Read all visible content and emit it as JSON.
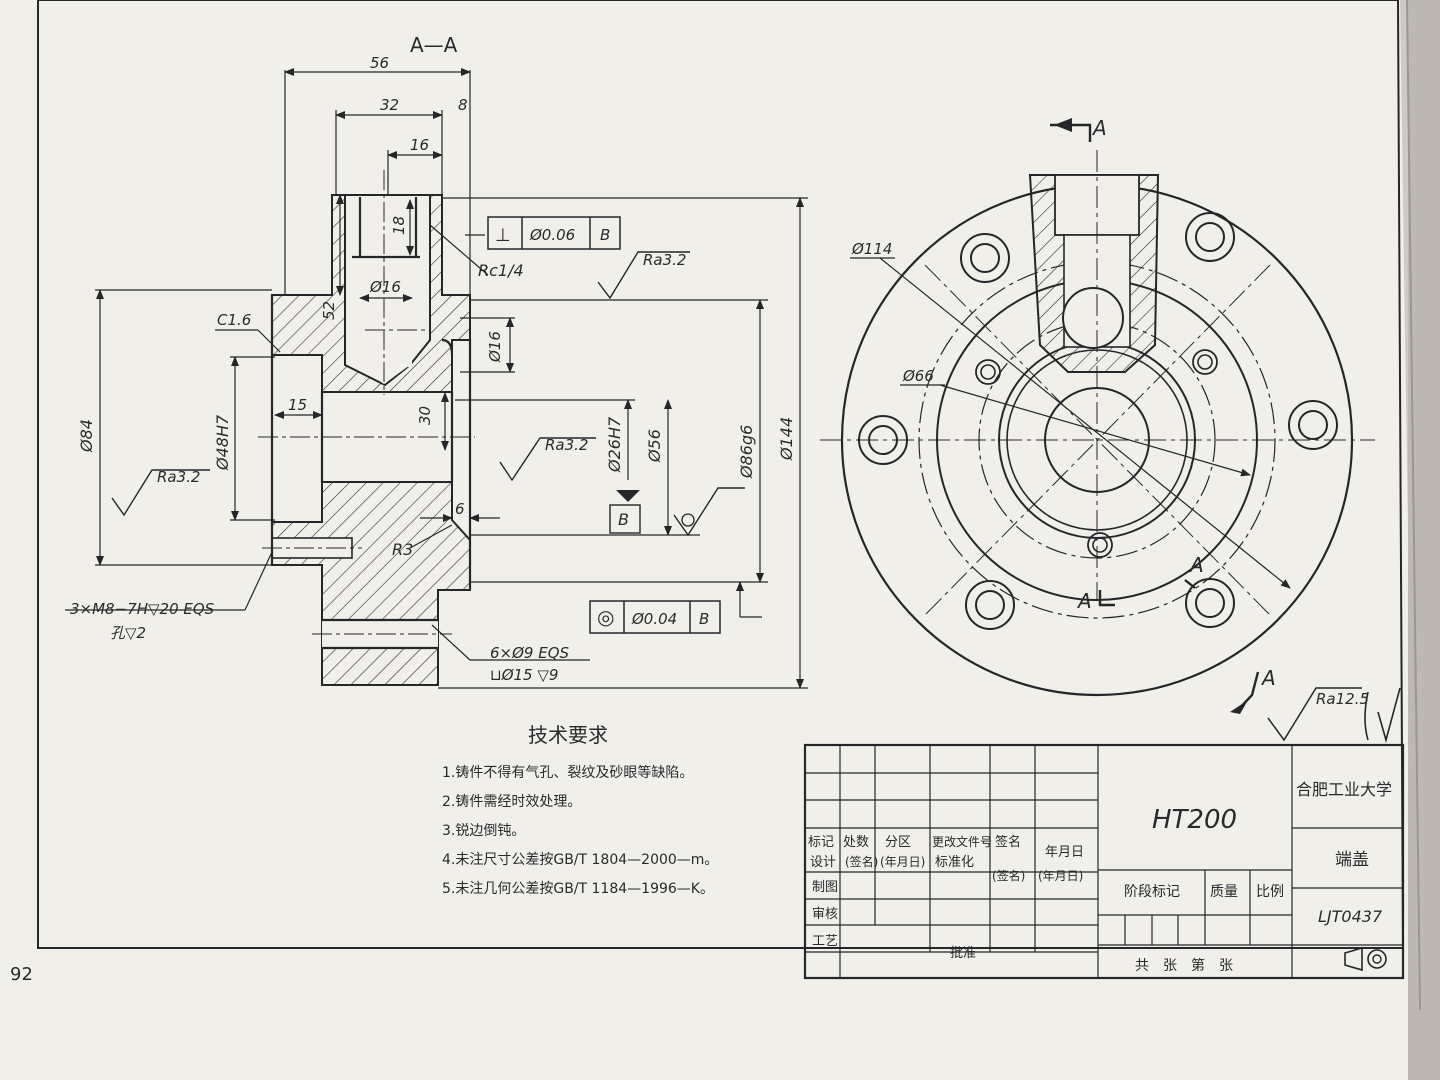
{
  "page_number": "92",
  "section_view": {
    "title": "A—A",
    "dims": {
      "len_56": "56",
      "len_32": "32",
      "len_8": "8",
      "len_16": "16",
      "len_18": "18",
      "dia_16_a": "Ø16",
      "len_52": "52",
      "chamfer": "C1.6",
      "dia_16_b": "Ø16",
      "len_30": "30",
      "dia_84": "Ø84",
      "dia_48": "Ø48H7",
      "len_15": "15",
      "dia_26": "Ø26H7",
      "dia_56": "Ø56",
      "dia_86": "Ø86g6",
      "dia_144": "Ø144",
      "len_6": "6",
      "r3": "R3",
      "thread_port": "Rc1/4"
    },
    "roughness": {
      "top": "Ra3.2",
      "mid": "Ra3.2",
      "left": "Ra3.2"
    },
    "gdt": [
      {
        "symbol": "⊥",
        "tol": "Ø0.06",
        "datum": "B"
      },
      {
        "symbol": "◎",
        "tol": "Ø0.04",
        "datum": "B"
      }
    ],
    "datum_label": "B",
    "notes": {
      "thread_line1": "3×M8−7H▽20 EQS",
      "thread_line2": "孔▽2",
      "holes_line1": "6×Ø9 EQS",
      "holes_line2": "⊔Ø15 ▽9"
    }
  },
  "plan_view": {
    "dia_114": "Ø114",
    "dia_66": "Ø66",
    "cut_labels": [
      "A",
      "A",
      "A",
      "A"
    ],
    "roughness_all": "Ra12.5"
  },
  "tech_requirements": {
    "heading": "技术要求",
    "items": [
      "1.铸件不得有气孔、裂纹及砂眼等缺陷。",
      "2.铸件需经时效处理。",
      "3.锐边倒钝。",
      "4.未注尺寸公差按GB/T 1804—2000—m。",
      "5.未注几何公差按GB/T 1184—1996—K。"
    ]
  },
  "title_block": {
    "material": "HT200",
    "school": "合肥工业大学",
    "part_name": "端盖",
    "drawing_no": "LJT0437",
    "header_row": [
      "标记",
      "处数",
      "分区",
      "更改文件号",
      "签名",
      "年月日"
    ],
    "design_row": [
      "设计",
      "(签名)",
      "(年月日)",
      "标准化",
      "(签名)",
      "(年月日)"
    ],
    "row_labels": [
      "制图",
      "审核",
      "工艺"
    ],
    "approve": "批准",
    "stage_mark": "阶段标记",
    "mass": "质量",
    "scale": "比例",
    "sheets": "共　张　第　张"
  }
}
